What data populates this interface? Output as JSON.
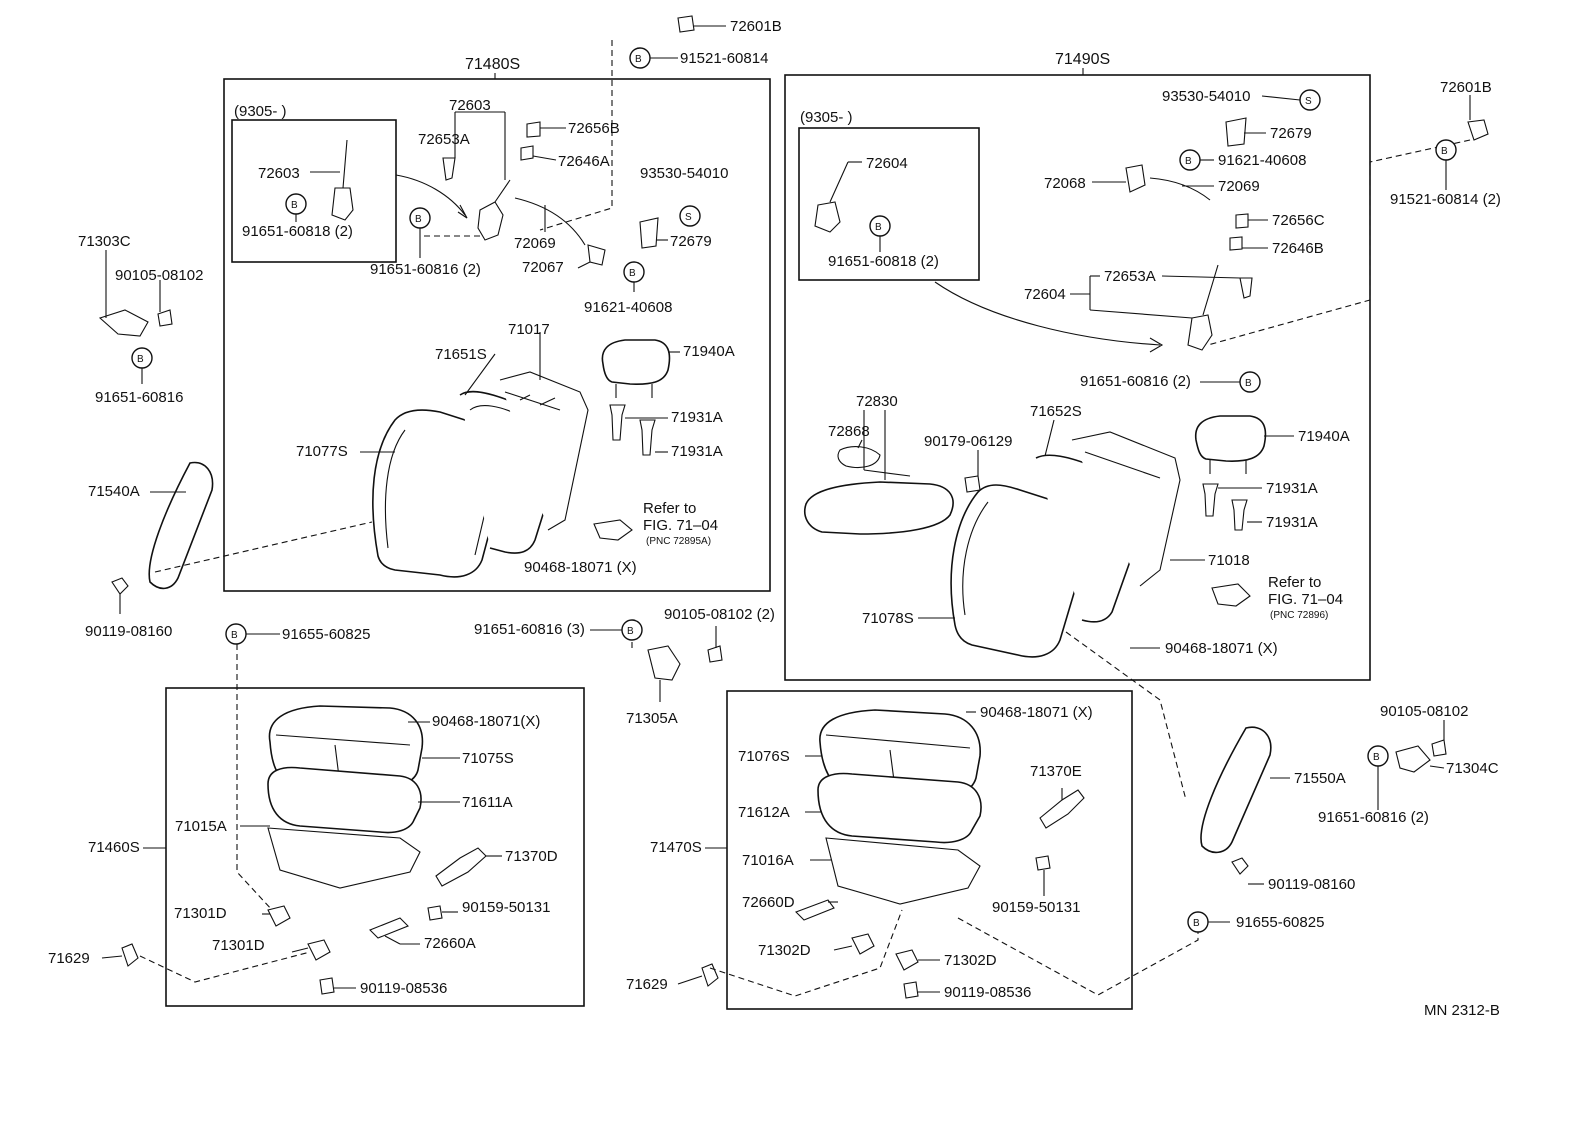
{
  "diagram": {
    "drawing_code": "MN 2312-B",
    "groups": {
      "left_back": "71480S",
      "right_back": "71490S",
      "left_cushion": "71460S",
      "right_cushion": "71470S",
      "left_inset": "(9305-          )",
      "right_inset": "(9305-          )"
    },
    "refs": {
      "left_refer": "Refer to",
      "left_fig": "FIG. 71–04",
      "left_pnc": "(PNC 72895A)",
      "right_refer": "Refer to",
      "right_fig": "FIG. 71–04",
      "right_pnc": "(PNC 72896)"
    },
    "bolt_symbol": "B",
    "screw_symbol": "S",
    "labels": {
      "p72601b_top": "72601B",
      "p91521_top": "91521-60814",
      "p72603_grp": "72603",
      "p72653a_l": "72653A",
      "p72656b": "72656B",
      "p72646a": "72646A",
      "p93530_l": "93530-54010",
      "p72603_inset": "72603",
      "p91651_818_l": "91651-60818 (2)",
      "p91651_816_2_l": "91651-60816 (2)",
      "p72069_l": "72069",
      "p72067": "72067",
      "p72679_l": "72679",
      "p91621_l": "91621-40608",
      "p71303c": "71303C",
      "p90105_l": "90105-08102",
      "p91651_816_ll": "91651-60816",
      "p71017": "71017",
      "p71651s": "71651S",
      "p71940a_l": "71940A",
      "p71931a_l1": "71931A",
      "p71931a_l2": "71931A",
      "p71077s": "71077S",
      "p71540a": "71540A",
      "p90468_l": "90468-18071 (X)",
      "p90119_08160_l": "90119-08160",
      "p91655_l": "91655-60825",
      "p91651_816_3": "91651-60816 (3)",
      "p90105_2": "90105-08102 (2)",
      "p71305a": "71305A",
      "p90468_cl": "90468-18071(X)",
      "p71075s": "71075S",
      "p71611a": "71611A",
      "p71015a": "71015A",
      "p71460s": "71460S",
      "p71370d": "71370D",
      "p90159_l": "90159-50131",
      "p71301d_1": "71301D",
      "p71301d_2": "71301D",
      "p72660a": "72660A",
      "p71629_l": "71629",
      "p90119_08536_l": "90119-08536",
      "p93530_r": "93530-54010",
      "p72679_r": "72679",
      "p72604_inset": "72604",
      "p91651_818_r": "91651-60818 (2)",
      "p72068": "72068",
      "p91621_r": "91621-40608",
      "p72069_r": "72069",
      "p72656c": "72656C",
      "p72646b": "72646B",
      "p72604": "72604",
      "p72653a_r": "72653A",
      "p91651_816_2_r": "91651-60816 (2)",
      "p72601b_r": "72601B",
      "p91521_r": "91521-60814 (2)",
      "p72830": "72830",
      "p72868": "72868",
      "p90179": "90179-06129",
      "p71652s": "71652S",
      "p71940a_r": "71940A",
      "p71931a_r1": "71931A",
      "p71931a_r2": "71931A",
      "p71018": "71018",
      "p71078s": "71078S",
      "p90468_r": "90468-18071 (X)",
      "p90468_cr": "90468-18071 (X)",
      "p71076s": "71076S",
      "p71370e": "71370E",
      "p71612a": "71612A",
      "p71470s": "71470S",
      "p71016a": "71016A",
      "p72660d": "72660D",
      "p90159_r": "90159-50131",
      "p71302d_1": "71302D",
      "p71302d_2": "71302D",
      "p71629_r": "71629",
      "p90119_08536_r": "90119-08536",
      "p91655_r": "91655-60825",
      "p90105_r": "90105-08102",
      "p71550a": "71550A",
      "p71304c": "71304C",
      "p91651_816_2_rr": "91651-60816 (2)",
      "p90119_08160_r": "90119-08160"
    }
  }
}
